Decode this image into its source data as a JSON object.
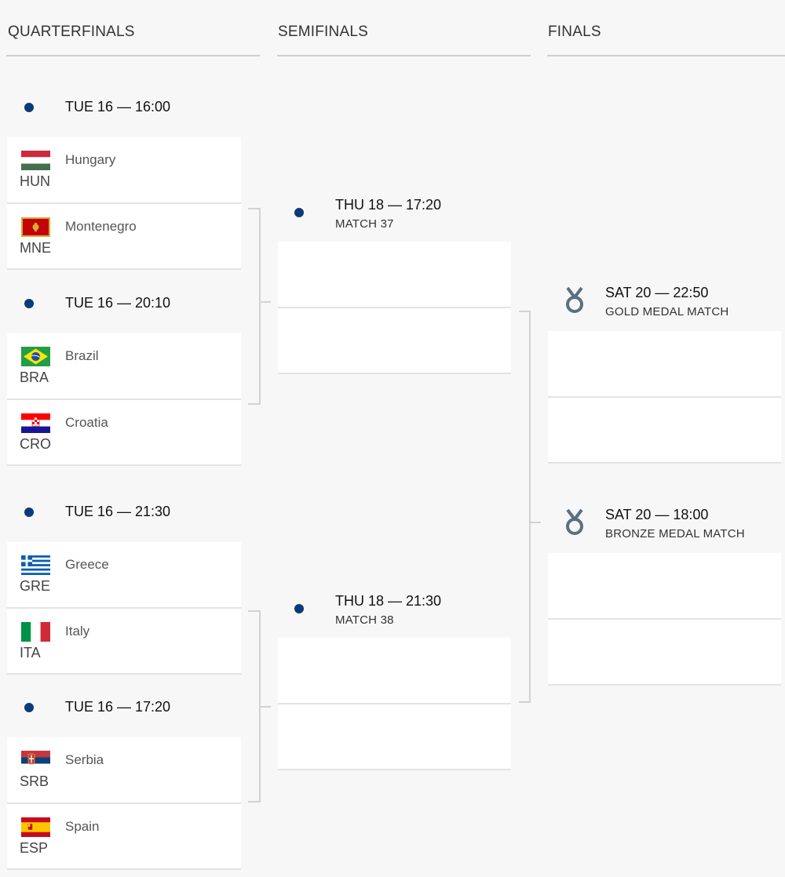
{
  "columns": {
    "quarterfinals": "QUARTERFINALS",
    "semifinals": "SEMIFINALS",
    "finals": "FINALS"
  },
  "quarterfinals": [
    {
      "time": "TUE 16 — 16:00",
      "teams": [
        {
          "name": "Hungary",
          "code": "HUN",
          "flag": "hungary-flag"
        },
        {
          "name": "Montenegro",
          "code": "MNE",
          "flag": "montenegro-flag"
        }
      ]
    },
    {
      "time": "TUE 16 — 20:10",
      "teams": [
        {
          "name": "Brazil",
          "code": "BRA",
          "flag": "brazil-flag"
        },
        {
          "name": "Croatia",
          "code": "CRO",
          "flag": "croatia-flag"
        }
      ]
    },
    {
      "time": "TUE 16 — 21:30",
      "teams": [
        {
          "name": "Greece",
          "code": "GRE",
          "flag": "greece-flag"
        },
        {
          "name": "Italy",
          "code": "ITA",
          "flag": "italy-flag"
        }
      ]
    },
    {
      "time": "TUE 16 — 17:20",
      "teams": [
        {
          "name": "Serbia",
          "code": "SRB",
          "flag": "serbia-flag"
        },
        {
          "name": "Spain",
          "code": "ESP",
          "flag": "spain-flag"
        }
      ]
    }
  ],
  "semifinals": [
    {
      "time": "THU 18 — 17:20",
      "label": "MATCH 37"
    },
    {
      "time": "THU 18 — 21:30",
      "label": "MATCH 38"
    }
  ],
  "finals": [
    {
      "time": "SAT 20 — 22:50",
      "label": "GOLD MEDAL MATCH",
      "icon": "medal-icon"
    },
    {
      "time": "SAT 20 — 18:00",
      "label": "BRONZE MEDAL MATCH",
      "icon": "medal-icon"
    }
  ],
  "colors": {
    "accent_dot": "#0a3a78",
    "medal": "#5a6f82",
    "background": "#f7f7f7",
    "card": "#ffffff"
  }
}
